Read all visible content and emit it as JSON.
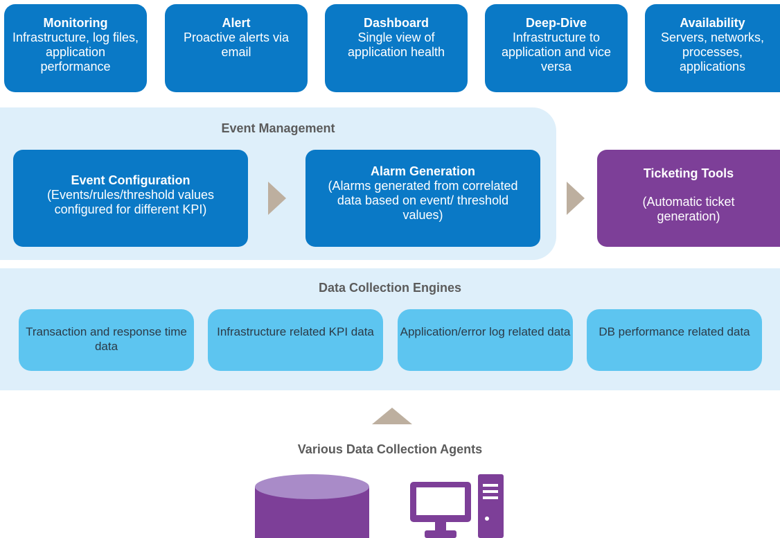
{
  "capabilities": [
    {
      "title": "Monitoring",
      "desc": "Infrastructure, log files, application performance"
    },
    {
      "title": "Alert",
      "desc": "Proactive alerts via email"
    },
    {
      "title": "Dashboard",
      "desc": "Single view of application health"
    },
    {
      "title": "Deep-Dive",
      "desc": "Infrastructure to application and vice versa"
    },
    {
      "title": "Availability",
      "desc": "Servers, networks, processes, applications"
    }
  ],
  "event_management": {
    "title": "Event Management",
    "event_config": {
      "title": "Event Configuration",
      "desc": "(Events/rules/threshold values configured for different KPI)"
    },
    "alarm_generation": {
      "title": "Alarm Generation",
      "desc": "(Alarms generated from correlated data based on event/ threshold values)"
    }
  },
  "ticketing": {
    "title": "Ticketing Tools",
    "desc": "(Automatic ticket generation)"
  },
  "data_collection": {
    "title": "Data Collection Engines",
    "items": [
      "Transaction and response time data",
      "Infrastructure related KPI data",
      "Application/error log related data",
      "DB performance related data"
    ]
  },
  "agents": {
    "title": "Various Data  Collection Agents",
    "icons": [
      "database-icon",
      "computer-icon"
    ]
  },
  "colors": {
    "primary_blue": "#0a79c6",
    "light_blue": "#5dc5f0",
    "panel_bg": "#deeffa",
    "purple": "#7d3f98",
    "arrow": "#bdaf9f"
  }
}
